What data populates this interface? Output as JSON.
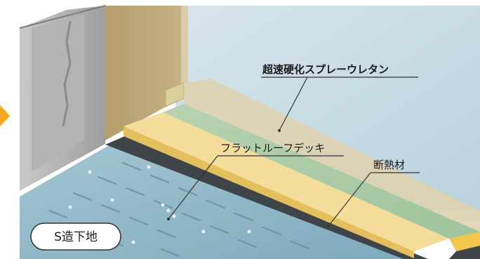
{
  "labels": {
    "spray_urethane": "超速硬化スプレーウレタン",
    "deck": "フラットルーフデッキ",
    "insulation": "断熱材"
  },
  "badge": {
    "text": "S造下地"
  },
  "colors": {
    "wall_right": "#c6dbe6",
    "pillar": "#b9a47a",
    "urethane": "#d8cfae",
    "insulation": "#f2d894",
    "membrane_green": "#a7c9a3",
    "deck": "#8fb7c7",
    "accent": "#f5a623"
  }
}
